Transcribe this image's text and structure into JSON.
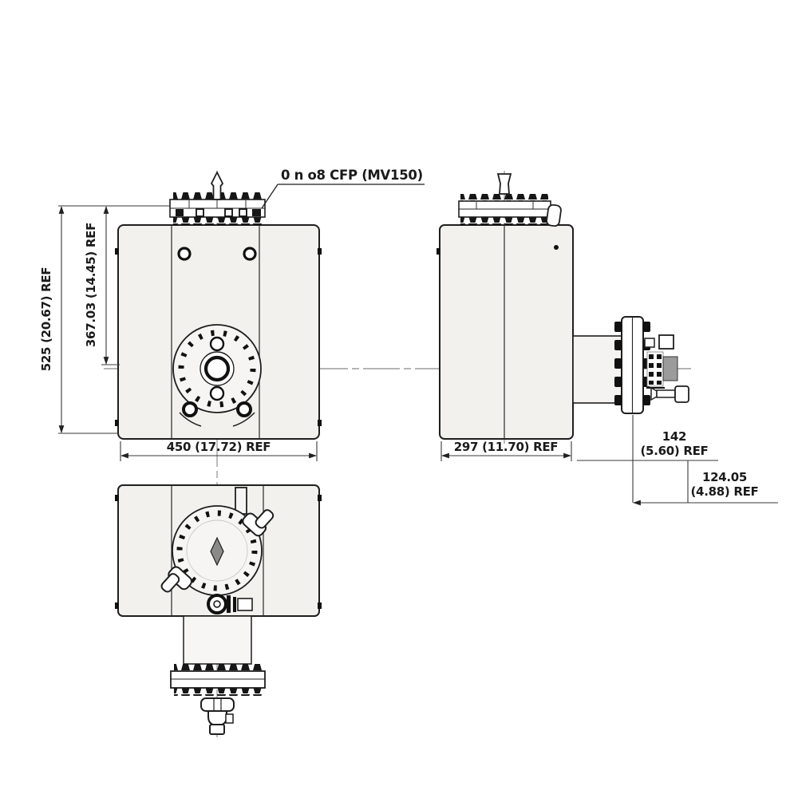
{
  "drawing": {
    "type": "engineering-dimension-drawing",
    "colors": {
      "line": "#1a1a1a",
      "body_fill": "#f2f1ee",
      "face_fill": "#f6f5f3",
      "connector_gray": "#9b9b9b",
      "dim_line": "#3a3a3a"
    },
    "callout": {
      "flange_note": "0 n o8 CFP (MV150)"
    },
    "dimensions": {
      "total_height": "525 (20.67) REF",
      "center_height": "367.03 (14.45) REF",
      "front_width": "450 (17.72) REF",
      "side_width": "297 (11.70) REF",
      "motor_offset": {
        "value": "142",
        "ref": "(5.60) REF"
      },
      "connector_offset": {
        "value": "124.05",
        "ref": "(4.88) REF"
      }
    }
  }
}
